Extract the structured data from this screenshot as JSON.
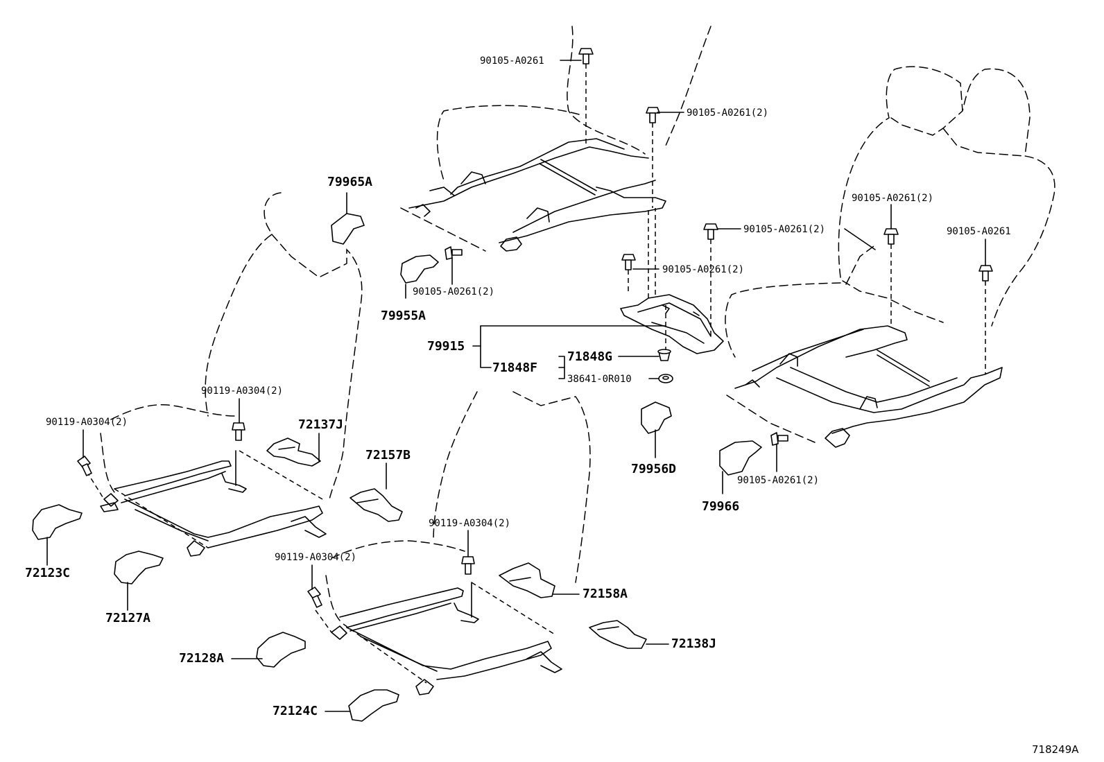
{
  "diagram": {
    "figure_id": "718249A",
    "labels": {
      "b_top": "90105-A0261",
      "b_top2": "90105-A0261(2)",
      "p79965A": "79965A",
      "b_mid_left": "90105-A0261(2)",
      "p79955A": "79955A",
      "b_center": "90105-A0261(2)",
      "b_center_right": "90105-A0261(2)",
      "b_right1": "90105-A0261(2)",
      "b_right2": "90105-A0261",
      "p79915": "79915",
      "p71848F": "71848F",
      "p71848G": "71848G",
      "p38641": "38641-0R010",
      "p79956D": "79956D",
      "b_right_low": "90105-A0261(2)",
      "p79966": "79966",
      "s_left1": "90119-A0304(2)",
      "s_left2": "90119-A0304(2)",
      "p72137J": "72137J",
      "p72157B": "72157B",
      "p72123C": "72123C",
      "p72127A": "72127A",
      "s_mid1": "90119-A0304(2)",
      "s_mid2": "90119-A0304(2)",
      "p72158A": "72158A",
      "p72138J": "72138J",
      "p72128A": "72128A",
      "p72124C": "72124C"
    }
  }
}
